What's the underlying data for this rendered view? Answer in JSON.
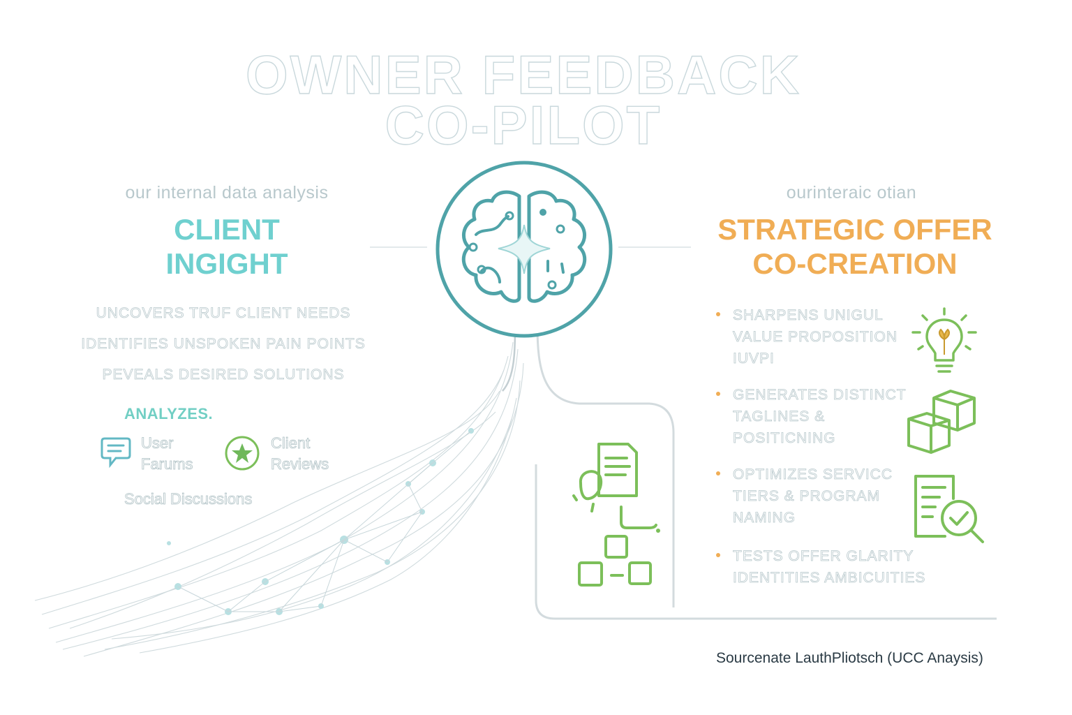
{
  "title": {
    "line1": "OWNER FEEDBACK",
    "line2": "CO-PILOT"
  },
  "left": {
    "subtitle": "our internal data analysis",
    "heading_line1": "CLIENT",
    "heading_line2": "INGIGHT",
    "points": [
      "UNCOVERS TRUF CLIENT NEEDS",
      "IDENTIFIES UNSPOKEN PAIN POINTS",
      "PEVEALS DESIRED SOLUTIONS"
    ],
    "analyzes_label": "ANALYZES.",
    "sources": [
      {
        "label_line1": "User",
        "label_line2": "Farums",
        "icon": "chat-bubble-icon"
      },
      {
        "label_line1": "Client",
        "label_line2": "Reviews",
        "icon": "star-badge-icon"
      }
    ],
    "social": "Social Discussions"
  },
  "center": {
    "icon": "brain-icon",
    "workflow_icon": "document-blocks-workflow-icon"
  },
  "right": {
    "subtitle": "ourinteraic otian",
    "heading_line1": "STRATEGIC OFFER",
    "heading_line2": "CO-CREATION",
    "items": [
      {
        "lines": [
          "SHARPENS UNIGUL",
          "VALUE PROPOSITION",
          "IUVPI"
        ],
        "icon": "lightbulb-icon"
      },
      {
        "lines": [
          "GENERATES DISTINCT",
          "TAGLINES &",
          "POSITICNING"
        ],
        "icon": "stacked-boxes-icon"
      },
      {
        "lines": [
          "OPTIMIZES SERVICC",
          "TIERS & PROGRAM",
          "NAMING"
        ],
        "icon": "document-check-icon"
      },
      {
        "lines": [
          "TESTS OFFER GLARITY",
          "IDENTITIES AMBICUITIES"
        ],
        "icon": ""
      }
    ]
  },
  "footer": "Sourcenate LauthPliotsch (UCC Anaysis)",
  "colors": {
    "teal": "#6fd0cf",
    "orange": "#f0ad55",
    "green": "#7cbf5a",
    "ring": "#4fa3a8",
    "line": "#d5dde0"
  }
}
